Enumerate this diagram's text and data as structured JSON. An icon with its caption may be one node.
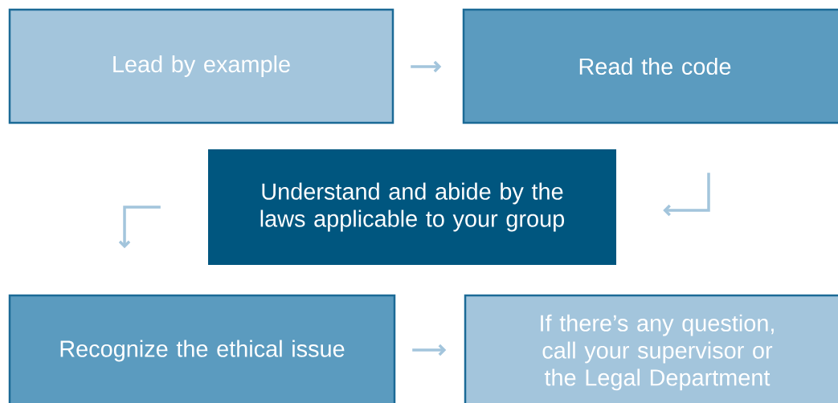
{
  "diagram": {
    "nodes": [
      {
        "text": [
          "Lead by example"
        ]
      },
      {
        "text": [
          "Read the code"
        ]
      },
      {
        "text": [
          "Understand and abide by the laws applicable to your group"
        ]
      },
      {
        "text": [
          "Recognize the ethical issue"
        ]
      },
      {
        "text": [
          "If there’s any question, call your supervisor or the Legal Department"
        ]
      }
    ],
    "edges": [
      {
        "from": 0,
        "to": 1,
        "arrow": "to"
      },
      {
        "from": 1,
        "to": 2,
        "arrow": "to"
      },
      {
        "from": 2,
        "to": 3,
        "arrow": "to"
      },
      {
        "from": 3,
        "to": 4,
        "arrow": "to"
      }
    ]
  }
}
